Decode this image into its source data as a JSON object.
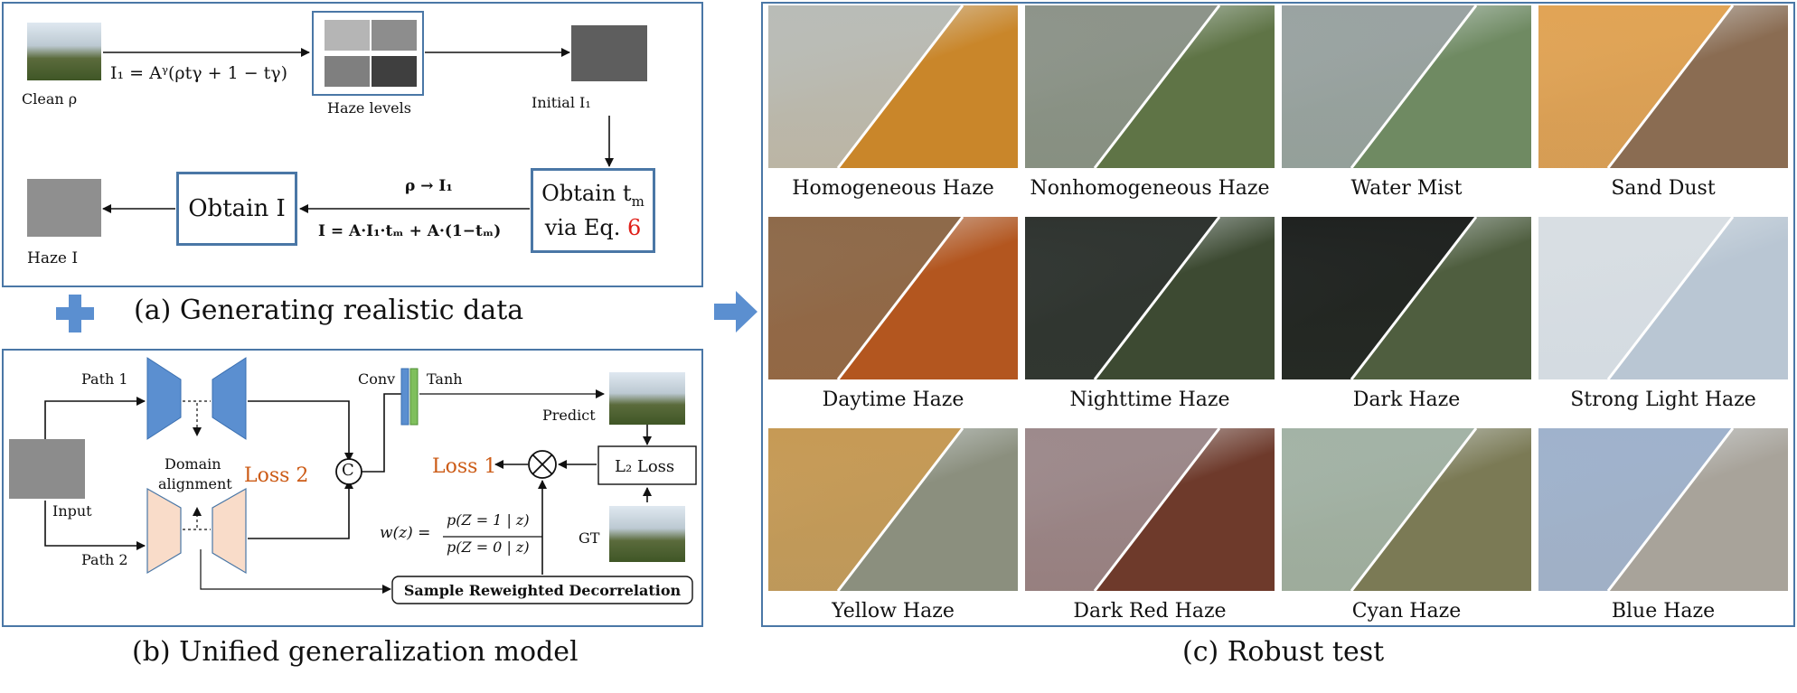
{
  "panel_a": {
    "caption": "(a) Generating realistic data",
    "clean_label": "Clean ρ",
    "formula": "I₁ = Aᵞ(ρtγ + 1 − tγ)",
    "haze_levels_label": "Haze levels",
    "initial_label": "Initial I₁",
    "obtain_tm_line1": "Obtain  t",
    "obtain_tm_sub": "m",
    "obtain_tm_line2": "via Eq. ",
    "eq_number": "6",
    "arrow_label_top": "ρ → I₁",
    "arrow_label_bottom": "I = A·I₁·tₘ + A·(1−tₘ)",
    "obtain_i": "Obtain I",
    "haze_label": "Haze I"
  },
  "panel_b": {
    "caption": "(b) Unified generalization model",
    "path1": "Path 1",
    "path2": "Path 2",
    "input": "Input",
    "domain_alignment_1": "Domain",
    "domain_alignment_2": "alignment",
    "loss2": "Loss 2",
    "concat": "C",
    "conv": "Conv",
    "tanh": "Tanh",
    "predict": "Predict",
    "l2_loss": "L₂ Loss",
    "loss1": "Loss 1",
    "gt": "GT",
    "weight_lhs": "w(z) =",
    "weight_num": "p(Z = 1 | z)",
    "weight_den": "p(Z = 0 | z)",
    "srd": "Sample Reweighted Decorrelation"
  },
  "panel_c": {
    "caption": "(c) Robust test",
    "tiles": [
      {
        "label": "Homogeneous Haze",
        "clear": "#c9862a",
        "hazy": "#b9bcb7"
      },
      {
        "label": "Nonhomogeneous Haze",
        "clear": "#5f7446",
        "hazy": "#8d948a"
      },
      {
        "label": "Water Mist",
        "clear": "#6f8a62",
        "hazy": "#9aa3a2"
      },
      {
        "label": "Sand Dust",
        "clear": "#8a6c52",
        "hazy": "#e1a455"
      },
      {
        "label": "Daytime Haze",
        "clear": "#b3561f",
        "hazy": "#8e6a4a"
      },
      {
        "label": "Nighttime Haze",
        "clear": "#3d4a32",
        "hazy": "#2f3430"
      },
      {
        "label": "Dark Haze",
        "clear": "#4f5e3f",
        "hazy": "#1f2220"
      },
      {
        "label": "Strong Light Haze",
        "clear": "#b9c6d3",
        "hazy": "#d8dee3"
      },
      {
        "label": "Yellow Haze",
        "clear": "#8b8f7e",
        "hazy": "#c69a55"
      },
      {
        "label": "Dark Red Haze",
        "clear": "#6e3a2b",
        "hazy": "#9d8a8c"
      },
      {
        "label": "Cyan Haze",
        "clear": "#7b7a55",
        "hazy": "#a3b3a6"
      },
      {
        "label": "Blue Haze",
        "clear": "#a8a39a",
        "hazy": "#9fb2cc"
      }
    ]
  },
  "colors": {
    "accent_blue": "#4a77a6",
    "encoder_blue": "#5b8fd0",
    "decoder_peach": "#f9dcc9",
    "loss_orange": "#cc5b16",
    "eq_red": "#e0201a"
  }
}
